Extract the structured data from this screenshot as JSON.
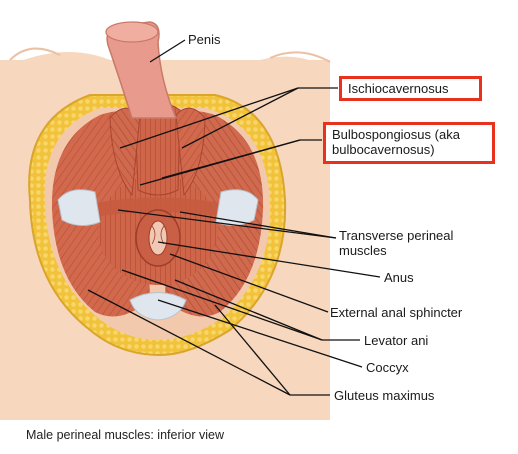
{
  "labels": {
    "penis": "Penis",
    "ischiocavernosus": "Ischiocavernosus",
    "bulbospongiosus_line1": "Bulbospongiosus (aka",
    "bulbospongiosus_line2": "bulbocavernosus)",
    "transverse_line1": "Transverse perineal",
    "transverse_line2": "muscles",
    "anus": "Anus",
    "external_anal_sphincter": "External anal sphincter",
    "levator_ani": "Levator ani",
    "coccyx": "Coccyx",
    "gluteus_maximus": "Gluteus maximus"
  },
  "caption": "Male perineal muscles: inferior view",
  "colors": {
    "highlight_box": "#e8321e",
    "skin": "#f7d7be",
    "fat": "#f2c23a",
    "muscle": "#d2694d",
    "muscle_dark": "#b24a33",
    "fascia": "#dfe6ee",
    "leader_line": "#111111"
  }
}
